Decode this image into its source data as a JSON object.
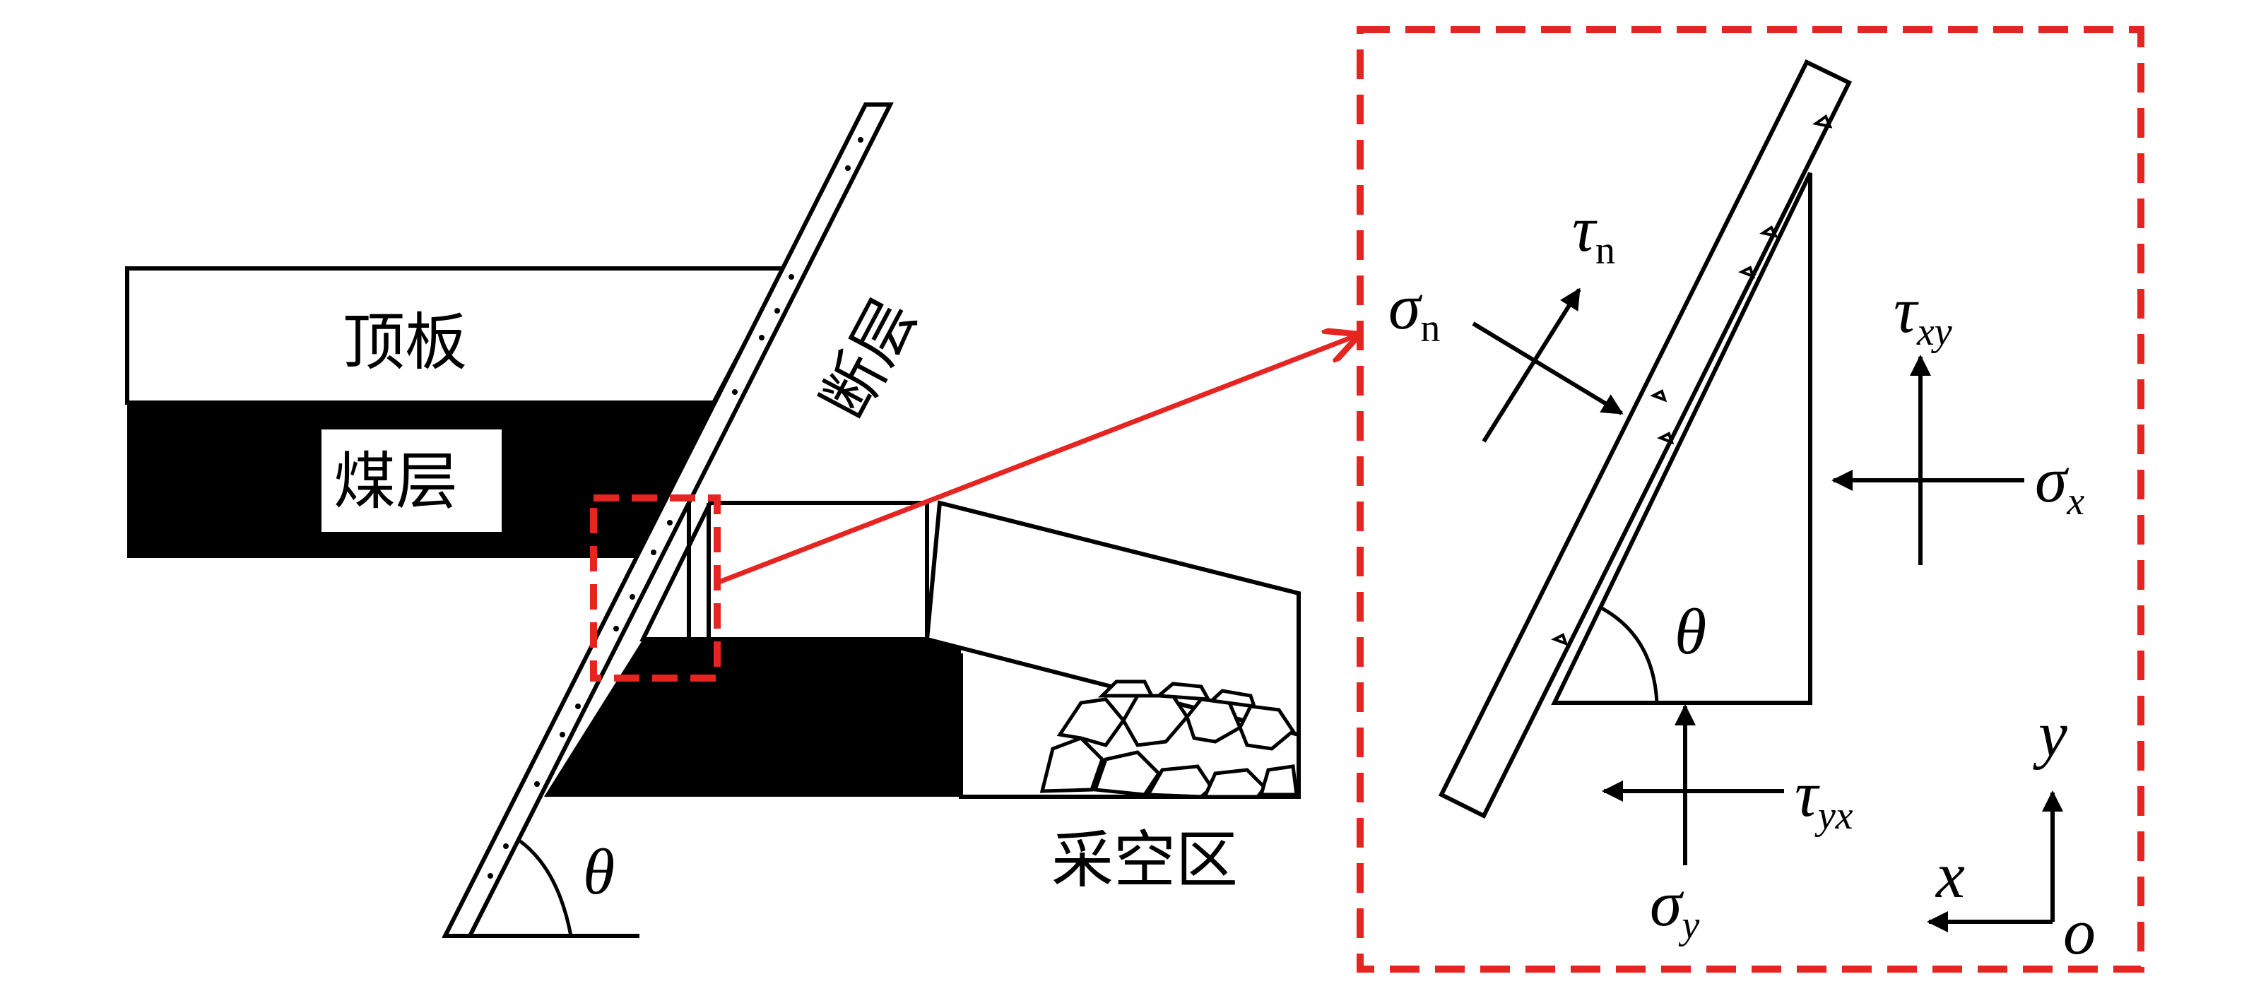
{
  "labels": {
    "roof": "顶板",
    "coal_seam": "煤层",
    "fault": "断层",
    "goaf": "采空区",
    "theta_left": "θ",
    "theta_right": "θ"
  },
  "stress": {
    "sigma_n": {
      "main": "σ",
      "sub": "n"
    },
    "tau_n": {
      "main": "τ",
      "sub": "n"
    },
    "tau_xy": {
      "main": "τ",
      "sub": "xy"
    },
    "sigma_x": {
      "main": "σ",
      "sub": "x"
    },
    "tau_yx": {
      "main": "τ",
      "sub": "yx"
    },
    "sigma_y": {
      "main": "σ",
      "sub": "y"
    }
  },
  "axes": {
    "x": "x",
    "y": "y",
    "origin": "o"
  },
  "colors": {
    "highlight": "#e52521",
    "ink": "#000000",
    "coal": "#000000"
  }
}
